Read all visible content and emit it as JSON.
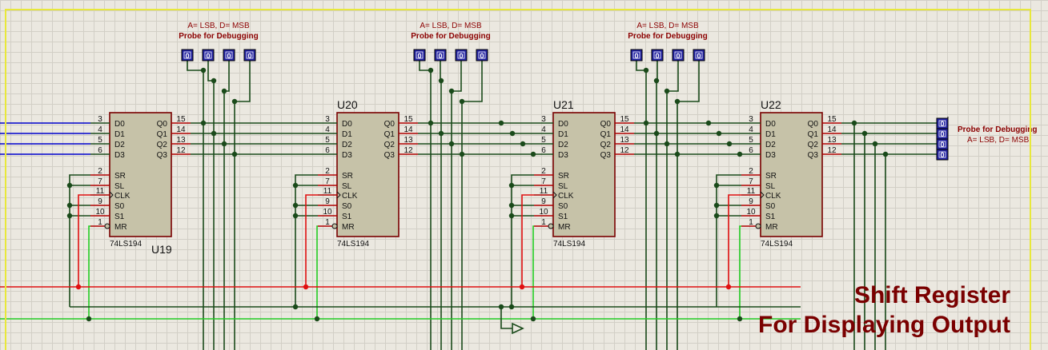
{
  "colors": {
    "background": "#ebe8e0",
    "grid": "#d2cfc6",
    "border": "#e8e83a",
    "chip_fill": "#c6c2a8",
    "chip_stroke": "#7a0000",
    "wire_data": "#1a4a1a",
    "wire_blue": "#0000cc",
    "wire_red": "#e01010",
    "wire_green": "#22cc22",
    "pin_red": "#b00000",
    "probe_fill": "#2020a0",
    "title": "#7a0000"
  },
  "chips": [
    {
      "ref": "U19",
      "part": "74LS194"
    },
    {
      "ref": "U20",
      "part": "74LS194"
    },
    {
      "ref": "U21",
      "part": "74LS194"
    },
    {
      "ref": "U22",
      "part": "74LS194"
    }
  ],
  "left_pins": [
    {
      "num": "3",
      "name": "D0"
    },
    {
      "num": "4",
      "name": "D1"
    },
    {
      "num": "5",
      "name": "D2"
    },
    {
      "num": "6",
      "name": "D3"
    },
    {
      "num": "2",
      "name": "SR"
    },
    {
      "num": "7",
      "name": "SL"
    },
    {
      "num": "11",
      "name": "CLK"
    },
    {
      "num": "9",
      "name": "S0"
    },
    {
      "num": "10",
      "name": "S1"
    },
    {
      "num": "1",
      "name": "MR"
    }
  ],
  "right_pins": [
    {
      "num": "15",
      "name": "Q0"
    },
    {
      "num": "14",
      "name": "Q1"
    },
    {
      "num": "13",
      "name": "Q2"
    },
    {
      "num": "12",
      "name": "Q3"
    }
  ],
  "probes": [
    {
      "caption": "Probe for Debugging",
      "note": "A= LSB, D= MSB",
      "values": [
        "0",
        "0",
        "0",
        "0"
      ]
    },
    {
      "caption": "Probe for Debugging",
      "note": "A= LSB, D= MSB",
      "values": [
        "0",
        "0",
        "0",
        "0"
      ]
    },
    {
      "caption": "Probe for Debugging",
      "note": "A= LSB, D= MSB",
      "values": [
        "0",
        "0",
        "0",
        "0"
      ]
    },
    {
      "caption": "Probe for Debugging",
      "note": "A= LSB, D= MSB",
      "values": [
        "0",
        "0",
        "0",
        "0"
      ]
    }
  ],
  "title": {
    "line1": "Shift Register",
    "line2": "For Displaying Output"
  }
}
